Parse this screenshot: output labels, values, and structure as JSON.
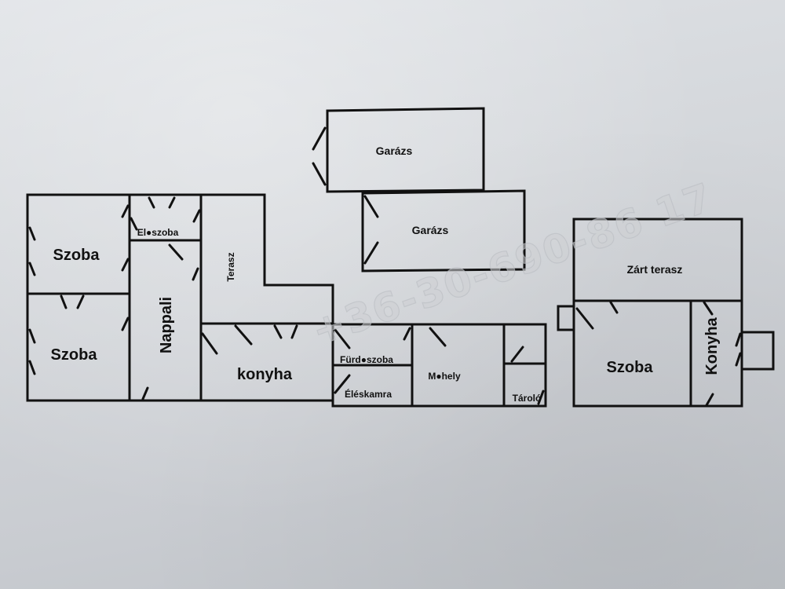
{
  "rooms": {
    "szoba_1": "Szoba",
    "szoba_2": "Szoba",
    "eloszoba": "El●szoba",
    "nappali": "Nappali",
    "terasz": "Terasz",
    "konyha": "konyha",
    "garazs_1": "Garázs",
    "garazs_2": "Garázs",
    "furdoszoba": "Fürd●szoba",
    "eleskamra": "Éléskamra",
    "muhely": "M●hely",
    "tarolo": "Tároló",
    "zart_terasz": "Zárt terasz",
    "szoba_3": "Szoba",
    "konyha_2": "Konyha"
  },
  "watermark": "+36-30-690-86 17"
}
